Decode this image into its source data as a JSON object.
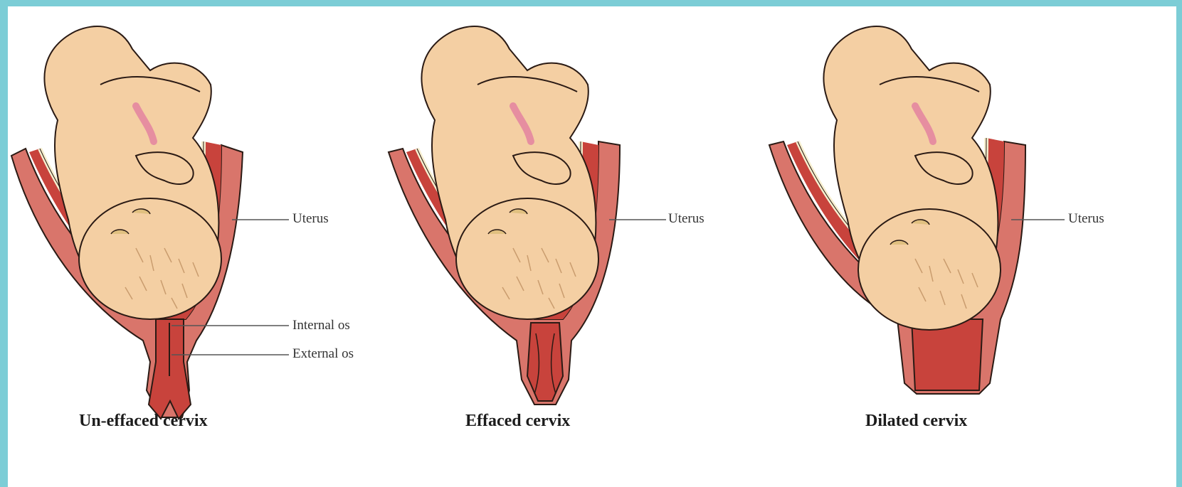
{
  "panels": [
    {
      "caption": "Un-effaced cervix",
      "labels": {
        "uterus": "Uterus",
        "internal_os": "Internal os",
        "external_os": "External os"
      }
    },
    {
      "caption": "Effaced cervix",
      "labels": {
        "uterus": "Uterus"
      }
    },
    {
      "caption": "Dilated cervix",
      "labels": {
        "uterus": "Uterus"
      }
    }
  ],
  "colors": {
    "border": "#7ccdd6",
    "uterus_wall": "#d9756b",
    "uterus_inner": "#c8433c",
    "amnion": "#f6efcf",
    "skin": "#f4cfa3",
    "outline": "#2a1a14"
  }
}
